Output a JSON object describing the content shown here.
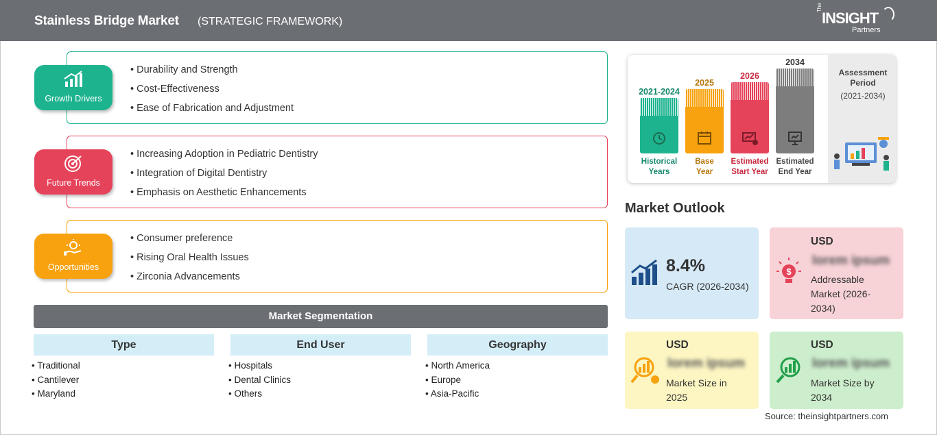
{
  "header": {
    "title": "Stainless Bridge Market",
    "subtitle": "(STRATEGIC FRAMEWORK)",
    "logo": {
      "the": "The",
      "insight": "INSIGHT",
      "partners": "Partners"
    }
  },
  "strategy": {
    "growth_drivers": {
      "label": "Growth Drivers",
      "color": "#1db38f",
      "items": [
        "Durability and Strength",
        "Cost-Effectiveness",
        "Ease of Fabrication and Adjustment"
      ]
    },
    "future_trends": {
      "label": "Future Trends",
      "color": "#e5435a",
      "items": [
        "Increasing Adoption in Pediatric Dentistry",
        "Integration of Digital Dentistry",
        "Emphasis on Aesthetic Enhancements"
      ]
    },
    "opportunities": {
      "label": "Opportunities",
      "color": "#f7a20e",
      "items": [
        "Consumer preference",
        "Rising Oral Health Issues",
        "Zirconia Advancements"
      ]
    }
  },
  "segmentation": {
    "title": "Market Segmentation",
    "columns": [
      {
        "head": "Type",
        "items": [
          "Traditional",
          "Cantilever",
          "Maryland"
        ]
      },
      {
        "head": "End User",
        "items": [
          "Hospitals",
          "Dental Clinics",
          "Others"
        ]
      },
      {
        "head": "Geography",
        "items": [
          "North America",
          "Europe",
          "Asia-Pacific"
        ]
      }
    ]
  },
  "assessment": {
    "label": "Assessment Period",
    "years": "(2021-2034)",
    "periods": [
      {
        "year": "2021-2024",
        "caption": [
          "Historical",
          "Years"
        ],
        "color": "#1db38f",
        "icon": "history-icon"
      },
      {
        "year": "2025",
        "caption": [
          "Base",
          "Year"
        ],
        "color": "#f7a20e",
        "icon": "calendar-icon"
      },
      {
        "year": "2026",
        "caption": [
          "Estimated",
          "Start Year"
        ],
        "color": "#e5435a",
        "icon": "money-chart-icon"
      },
      {
        "year": "2034",
        "caption": [
          "Estimated",
          "End Year"
        ],
        "color": "#7d7d7d",
        "icon": "presentation-icon"
      }
    ]
  },
  "outlook": {
    "title": "Market Outlook",
    "cagr": {
      "value": "8.4%",
      "label": "CAGR (2026-2034)"
    },
    "addressable": {
      "currency": "USD",
      "value": "lorem ipsum",
      "label": [
        "Addressable",
        "Market (2026-",
        "2034)"
      ]
    },
    "size_2025": {
      "currency": "USD",
      "value": "lorem ipsum",
      "label": [
        "Market Size in",
        "2025"
      ]
    },
    "size_2034": {
      "currency": "USD",
      "value": "lorem ipsum",
      "label": [
        "Market Size by",
        "2034"
      ]
    }
  },
  "source": "Source: theinsightpartners.com"
}
